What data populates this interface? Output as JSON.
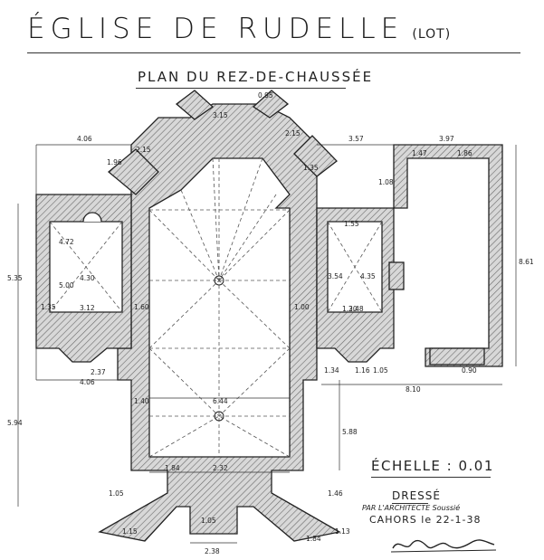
{
  "title": {
    "main": "ÉGLISE DE RUDELLE",
    "suffix": "(LOT)"
  },
  "subtitle": "PLAN DU REZ-DE-CHAUSSÉE",
  "scale_label": "ÉCHELLE : 0.01",
  "credits": {
    "drawn_label": "DRESSÉ",
    "architect": "PAR L'ARCHITECTE Soussié",
    "place_date": "CAHORS le 22-1-38"
  },
  "dimensions": [
    "4.06",
    "1.96",
    "2.15",
    "3.15",
    "0.95",
    "2.15",
    "1.35",
    "3.57",
    "3.97",
    "1.47",
    "1.86",
    "1.08",
    "8.61",
    "5.35",
    "4.30",
    "3.12",
    "1.60",
    "1.35",
    "5.00",
    "4.72",
    "1.55",
    "1.20",
    "3.54",
    "4.35",
    "3.48",
    "1.00",
    "2.37",
    "4.06",
    "1.34",
    "1.16",
    "1.05",
    "0.90",
    "8.10",
    "1.40",
    "6.44",
    "5.94",
    "5.88",
    "1.84",
    "2.32",
    "1.05",
    "1.46",
    "1.05",
    "2.38",
    "1.15",
    "1.13",
    "1.84"
  ],
  "colors": {
    "ink": "#222222",
    "wall_fill": "#d4d4d4",
    "hatch": "#555555",
    "paper": "#ffffff"
  }
}
